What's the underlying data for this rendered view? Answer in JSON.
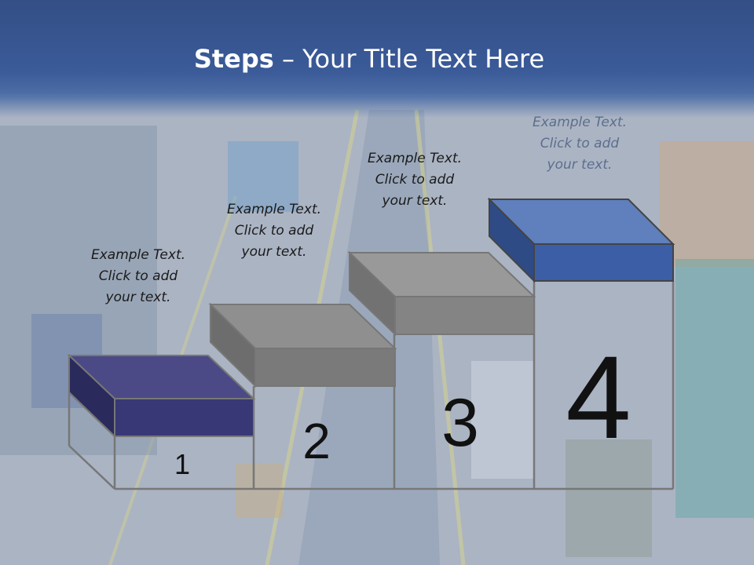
{
  "title": {
    "bold": "Steps",
    "rest": " – Your Title Text Here"
  },
  "steps": [
    {
      "number": "1",
      "lines": [
        "Example Text.",
        "Click  to add",
        "your text."
      ],
      "color": "#3b3a78"
    },
    {
      "number": "2",
      "lines": [
        "Example Text.",
        "Click  to add",
        "your text."
      ],
      "color": "#8a8a8a"
    },
    {
      "number": "3",
      "lines": [
        "Example Text.",
        "Click  to add",
        "your text."
      ],
      "color": "#8a8a8a"
    },
    {
      "number": "4",
      "lines": [
        "Example Text.",
        "Click  to add",
        "your text."
      ],
      "color": "#3f62a6"
    }
  ]
}
